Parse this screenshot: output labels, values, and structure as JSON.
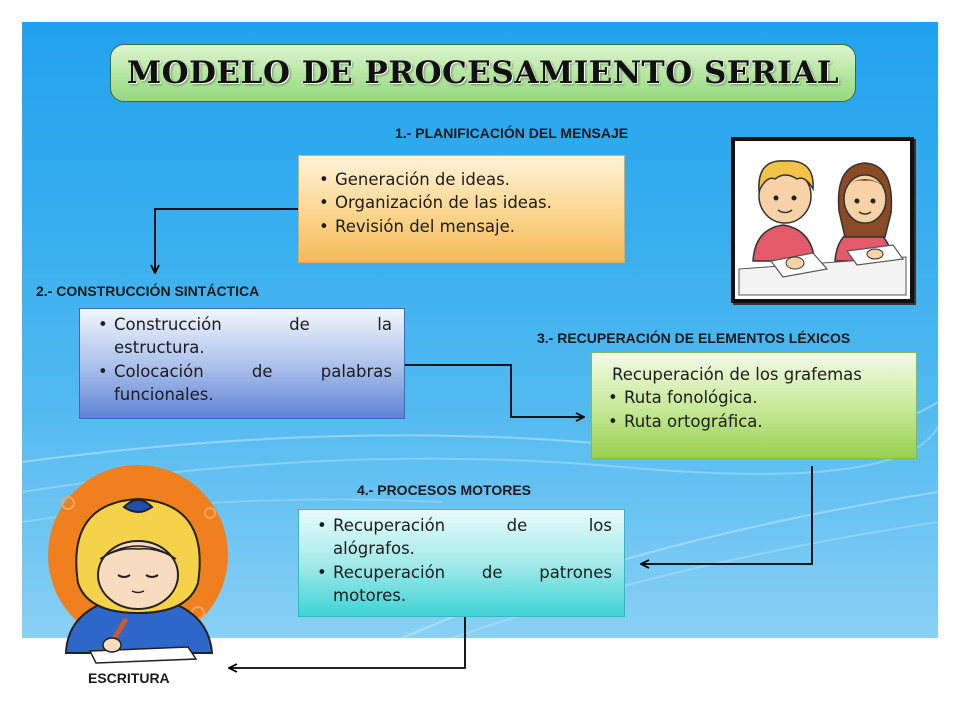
{
  "title": "MODELO DE PROCESAMIENTO SERIAL",
  "steps": [
    {
      "heading": "1.- PLANIFICACIÓN DEL MENSAJE",
      "items": [
        "Generación de ideas.",
        "Organización de las ideas.",
        "Revisión del mensaje."
      ]
    },
    {
      "heading": "2.- CONSTRUCCIÓN SINTÁCTICA",
      "items": [
        {
          "first": "Construcción de la",
          "rest": "estructura."
        },
        {
          "first": "Colocación de palabras",
          "rest": "funcionales."
        }
      ]
    },
    {
      "heading": "3.- RECUPERACIÓN DE ELEMENTOS LÉXICOS",
      "intro": "Recuperación de los grafemas",
      "items": [
        "Ruta fonológica.",
        "Ruta ortográfica."
      ]
    },
    {
      "heading": "4.- PROCESOS MOTORES",
      "items": [
        {
          "first": "Recuperación de los",
          "rest": "alógrafos."
        },
        {
          "first": "Recuperación de patrones",
          "rest": "motores."
        }
      ]
    }
  ],
  "final_label": "ESCRITURA",
  "icons": {
    "top_right_image": "children-writing-illustration",
    "bottom_left_image": "girl-writing-illustration"
  },
  "colors": {
    "background": "#3aaeef",
    "title_box": "#b7e7a3",
    "step1_box": "#fbd58c",
    "step2_box": "#7d9ee0",
    "step3_box": "#b8e07a",
    "step4_box": "#6fdcdd"
  }
}
